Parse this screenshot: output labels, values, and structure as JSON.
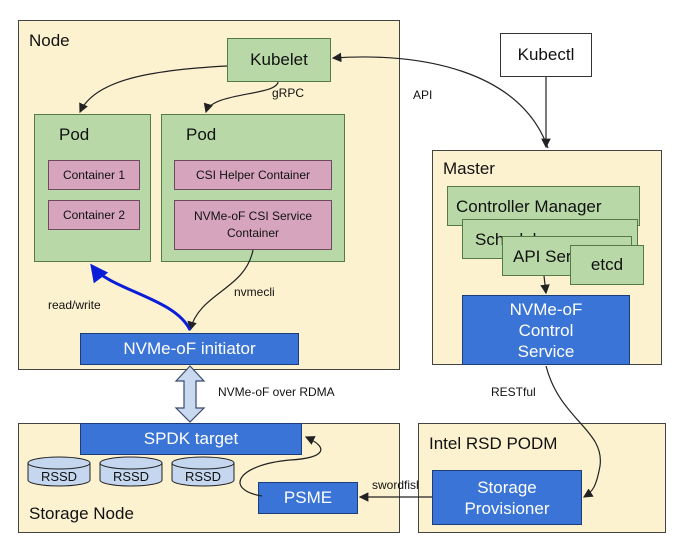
{
  "node": {
    "title": "Node",
    "kubelet": "Kubelet",
    "grpc": "gRPC",
    "pod1": {
      "title": "Pod",
      "container1": "Container 1",
      "container2": "Container 2"
    },
    "pod2": {
      "title": "Pod",
      "csi_helper": "CSI Helper Container",
      "nvme_csi": "NVMe-oF CSI Service Container"
    },
    "read_write": "read/write",
    "nvmecli": "nvmecli",
    "initiator": "NVMe-oF initiator"
  },
  "kubectl": "Kubectl",
  "api": "API",
  "master": {
    "title": "Master",
    "controller_manager": "Controller Manager",
    "scheduler": "Scheduler",
    "api_server": "API Server",
    "etcd": "etcd",
    "control_service": "NVMe-oF Control Service"
  },
  "link_rdma": "NVMe-oF over RDMA",
  "restful": "RESTful",
  "storage_node": {
    "title": "Storage Node",
    "spdk": "SPDK target",
    "rssd": [
      "RSSD",
      "RSSD",
      "RSSD"
    ],
    "psme": "PSME"
  },
  "swordfish": "swordfish",
  "podm": {
    "title": "Intel RSD PODM",
    "provisioner": "Storage Provisioner"
  }
}
